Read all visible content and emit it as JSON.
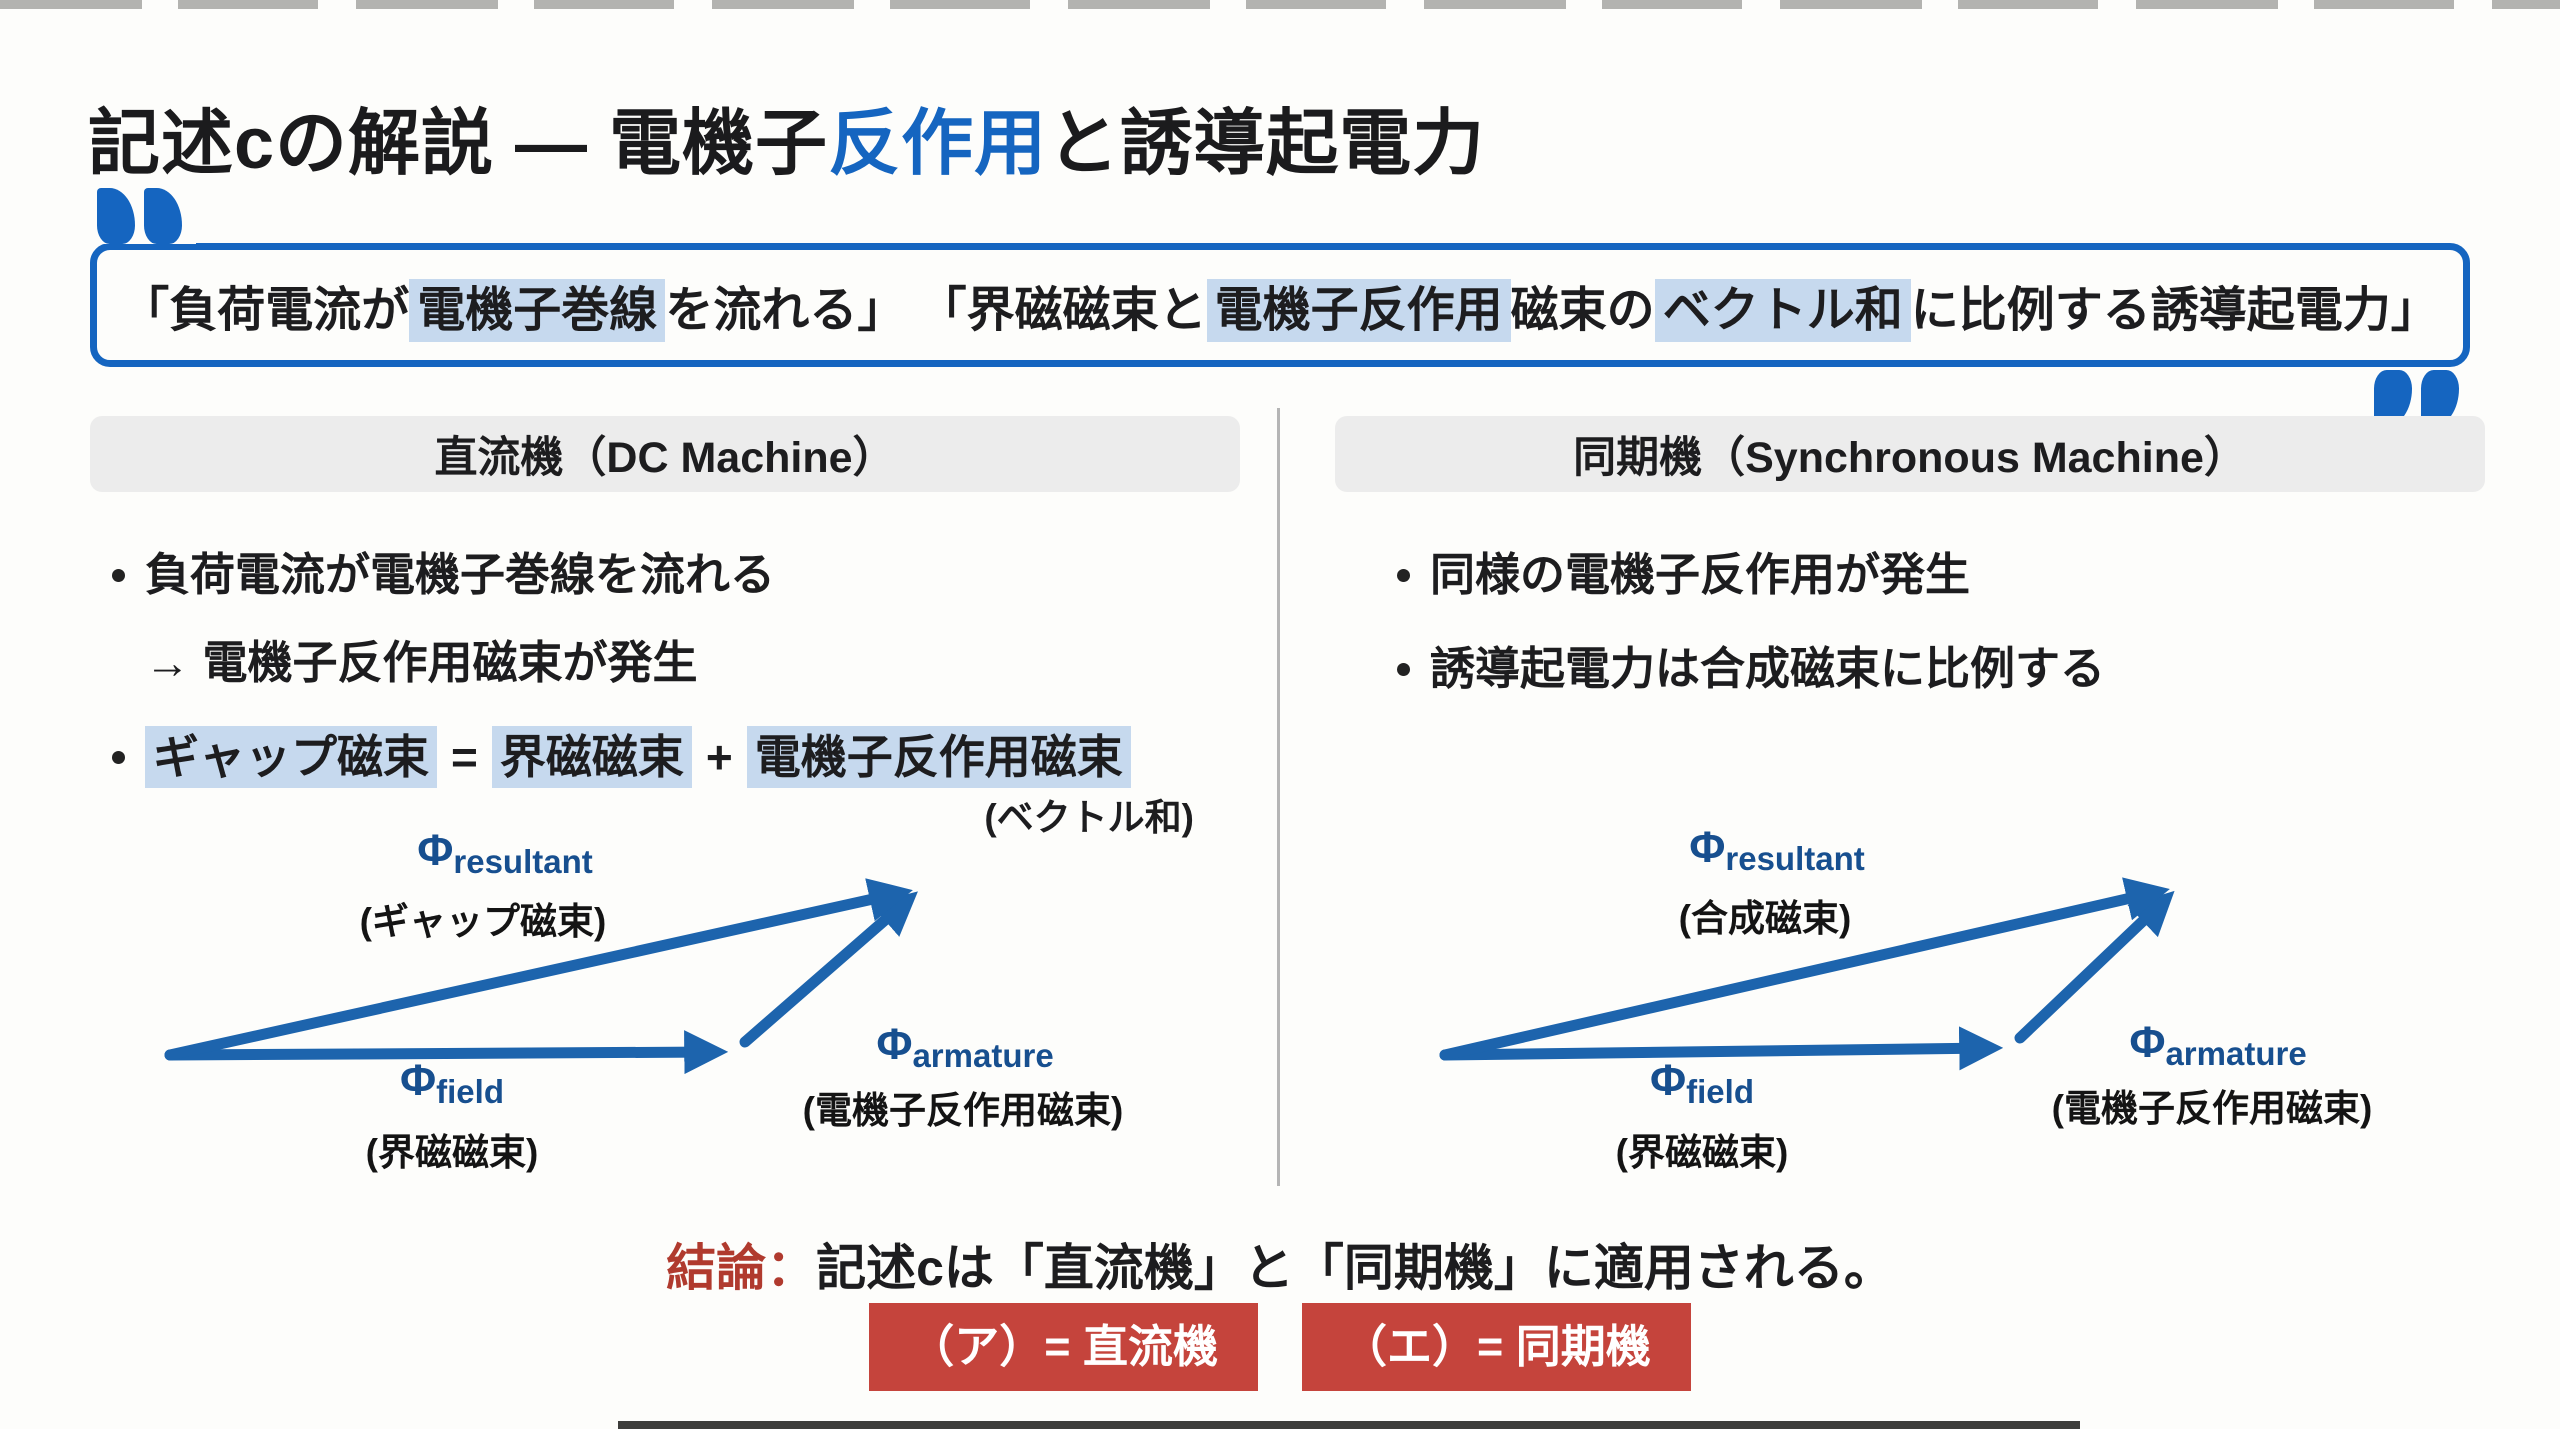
{
  "colors": {
    "accent_blue": "#1565c0",
    "arrow_blue": "#1d64ad",
    "phi_blue": "#174f8f",
    "highlight_bg": "#c6d9ee",
    "header_bg": "#ececec",
    "divider_gray": "#b5b5b5",
    "badge_red": "#c5443c",
    "conclusion_red": "#b03a2e",
    "text": "#1d1d1f"
  },
  "icons": {
    "open_quote": "open-quote-icon",
    "close_quote": "close-quote-icon"
  },
  "phi": {
    "symbol": "Φ"
  },
  "title": {
    "part1": "記述cの解説 — 電機子",
    "highlight": "反作用",
    "part2": "と誘導起電力"
  },
  "quote": {
    "segments": [
      {
        "text": "「負荷電流が",
        "hl": false
      },
      {
        "text": "電機子巻線",
        "hl": true
      },
      {
        "text": "を流れる」 「界磁磁束と",
        "hl": false
      },
      {
        "text": "電機子反作用",
        "hl": true
      },
      {
        "text": "磁束の",
        "hl": false
      },
      {
        "text": "ベクトル和",
        "hl": true
      },
      {
        "text": "に比例する誘導起電力」",
        "hl": false
      }
    ]
  },
  "left_panel": {
    "header": "直流機（DC Machine）",
    "bullet1_line1": "負荷電流が電機子巻線を流れる",
    "bullet1_line2": "→ 電機子反作用磁束が発生",
    "formula": {
      "term1": "ギャップ磁束",
      "op1": "=",
      "term2": "界磁磁束",
      "op2": "+",
      "term3": "電機子反作用磁束",
      "note": "(ベクトル和)"
    },
    "diagram": {
      "resultant_sub": "resultant",
      "resultant_name": "(ギャップ磁束)",
      "field_sub": "field",
      "field_name": "(界磁磁束)",
      "armature_sub": "armature",
      "armature_name": "(電機子反作用磁束)"
    }
  },
  "right_panel": {
    "header": "同期機（Synchronous Machine）",
    "bullets": [
      "同様の電機子反作用が発生",
      "誘導起電力は合成磁束に比例する"
    ],
    "diagram": {
      "resultant_sub": "resultant",
      "resultant_name": "(合成磁束)",
      "field_sub": "field",
      "field_name": "(界磁磁束)",
      "armature_sub": "armature",
      "armature_name": "(電機子反作用磁束)"
    }
  },
  "conclusion": {
    "label": "結論：",
    "text": "記述cは「直流機」と「同期機」に適用される。"
  },
  "badges": [
    {
      "label": "（ア）= 直流機"
    },
    {
      "label": "（エ）= 同期機"
    }
  ]
}
